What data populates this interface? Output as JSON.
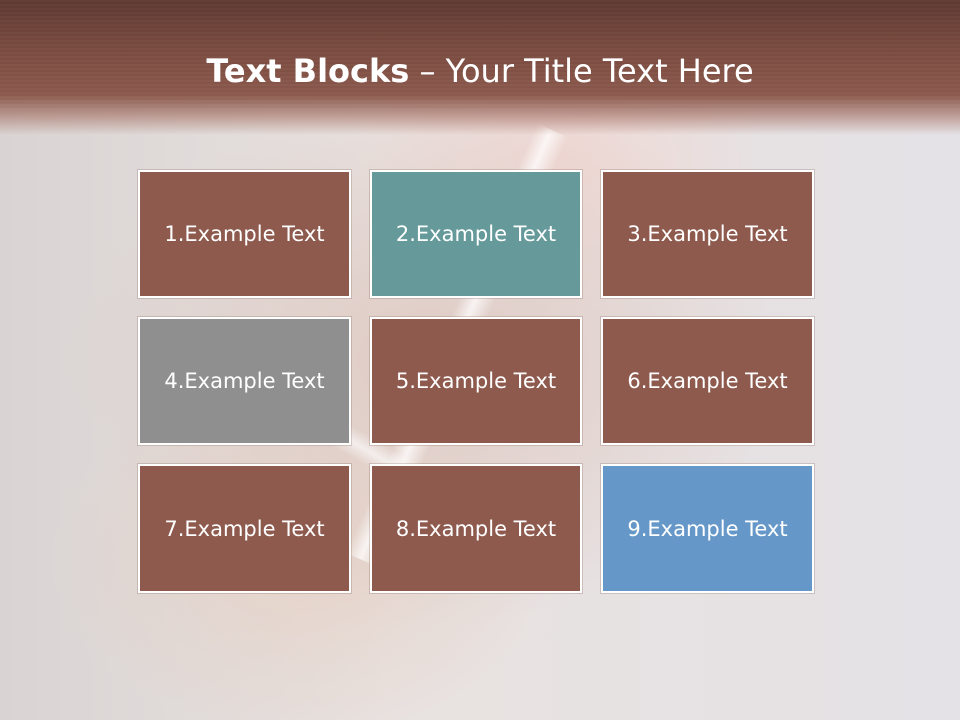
{
  "slide": {
    "title_bold": "Text Blocks",
    "title_separator": " – ",
    "title_rest": "Your Title Text Here"
  },
  "colors": {
    "header": "#8d5a4d",
    "brown_block": "#8e5a4e",
    "teal_block": "#65999a",
    "gray_block": "#8f8f8f",
    "blue_block": "#6598c9",
    "text": "#ffffff"
  },
  "blocks": [
    {
      "label": "1.Example Text",
      "color": "#8e5a4e"
    },
    {
      "label": "2.Example Text",
      "color": "#65999a"
    },
    {
      "label": "3.Example Text",
      "color": "#8e5a4e"
    },
    {
      "label": "4.Example Text",
      "color": "#8f8f8f"
    },
    {
      "label": "5.Example Text",
      "color": "#8e5a4e"
    },
    {
      "label": "6.Example Text",
      "color": "#8e5a4e"
    },
    {
      "label": "7.Example Text",
      "color": "#8e5a4e"
    },
    {
      "label": "8.Example Text",
      "color": "#8e5a4e"
    },
    {
      "label": "9.Example Text",
      "color": "#6598c9"
    }
  ]
}
